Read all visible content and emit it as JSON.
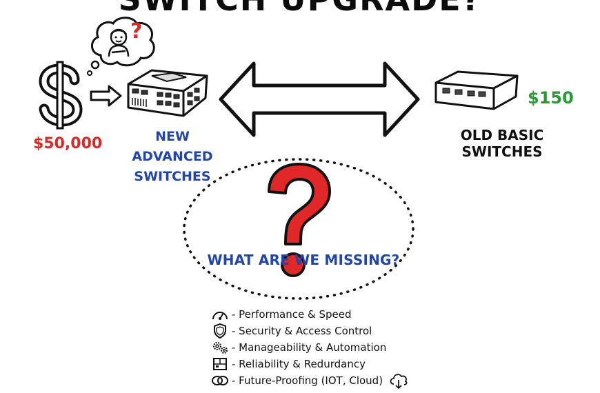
{
  "title": "SWITCH UPGRADE?",
  "new": {
    "price": "$50,000",
    "label_line1": "NEW ADVANCED",
    "label_line2": "SWITCHES"
  },
  "old": {
    "price": "$150",
    "label": "OLD BASIC SWITCHES"
  },
  "thought_mark": "?",
  "question": "WHAT ARE WE MISSING?",
  "features": [
    {
      "icon": "speedometer-icon",
      "label": "- Performance & Speed"
    },
    {
      "icon": "shield-icon",
      "label": "- Security & Access Control"
    },
    {
      "icon": "gears-icon",
      "label": "- Manageability & Automation"
    },
    {
      "icon": "redundancy-icon",
      "label": "- Reliability & Redurdancy"
    },
    {
      "icon": "links-icon",
      "label": "- Future-Proofing (IOT, Cloud)"
    }
  ],
  "colors": {
    "red": "#d62b2b",
    "blue": "#2146a8",
    "green": "#2a9a37",
    "ink": "#111111"
  }
}
